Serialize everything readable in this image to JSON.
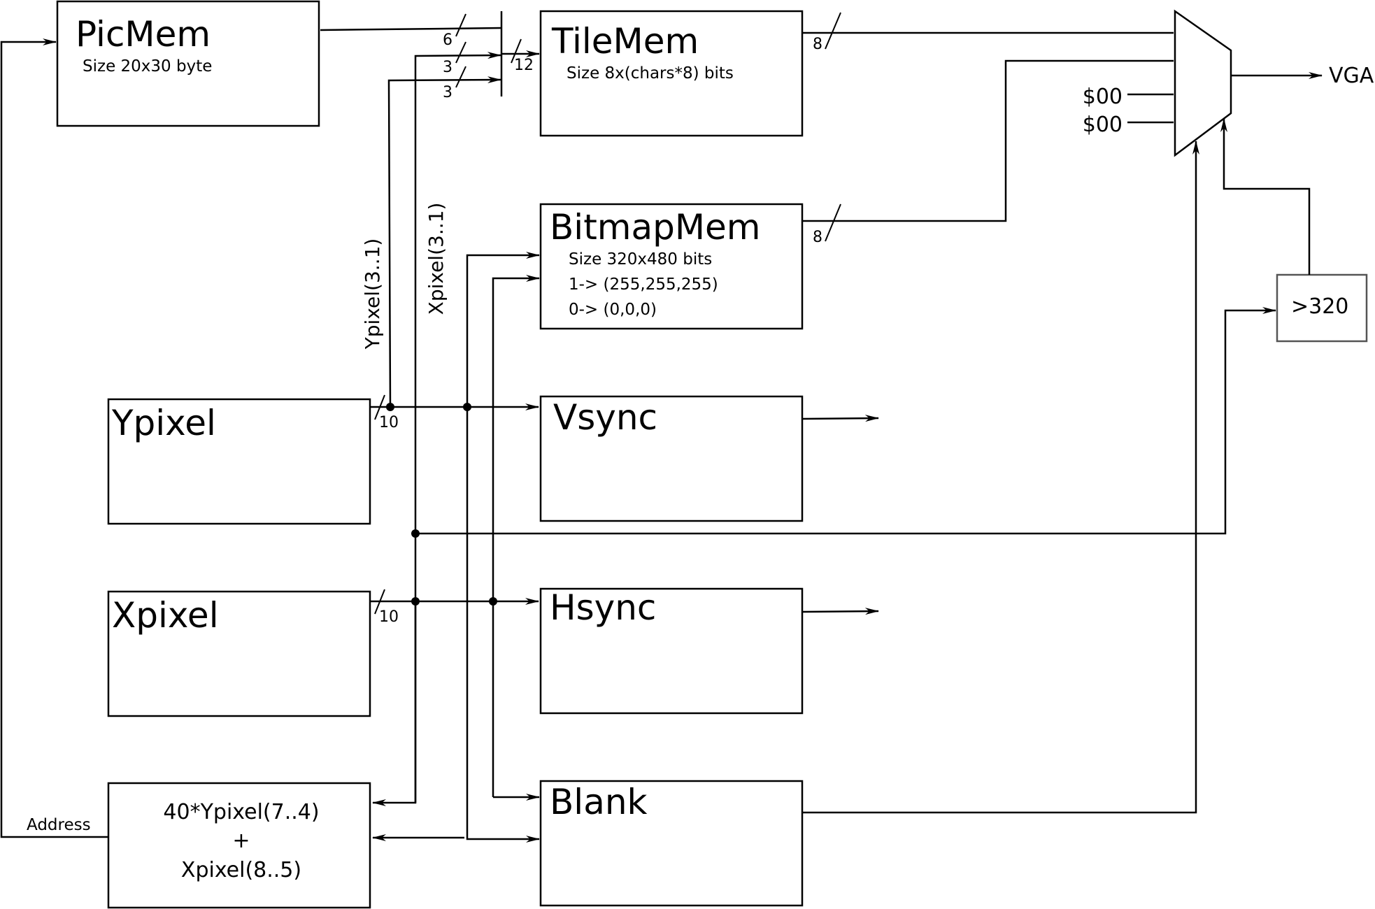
{
  "blocks": {
    "picmem": {
      "title": "PicMem",
      "size": "Size 20x30 byte"
    },
    "tilemem": {
      "title": "TileMem",
      "size": "Size 8x(chars*8) bits"
    },
    "bitmapmem": {
      "title": "BitmapMem",
      "size": "Size 320x480 bits",
      "map1": "1-> (255,255,255)",
      "map0": "0-> (0,0,0)"
    },
    "ypixel": {
      "title": "Ypixel"
    },
    "xpixel": {
      "title": "Xpixel"
    },
    "vsync": {
      "title": "Vsync"
    },
    "hsync": {
      "title": "Hsync"
    },
    "blank": {
      "title": "Blank"
    },
    "address_calc": {
      "line1": "40*Ypixel(7..4)",
      "line2": "+",
      "line3": "Xpixel(8..5)"
    },
    "compare": {
      "title": ">320"
    }
  },
  "labels": {
    "address": "Address",
    "vga": "VGA",
    "const1": "$00",
    "const2": "$00",
    "ypixel_bits": "Ypixel(3..1)",
    "xpixel_bits": "Xpixel(3..1)"
  },
  "bus_widths": {
    "picmem_bus": "6",
    "x_bits_bus": "3",
    "y_bits_bus": "3",
    "tile_addr": "12",
    "tile_out": "8",
    "bitmap_out": "8",
    "ypixel_out": "10",
    "xpixel_out": "10"
  }
}
